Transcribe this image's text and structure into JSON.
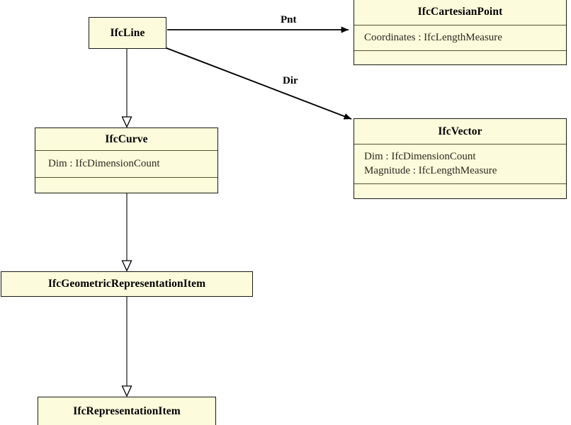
{
  "diagram": {
    "title": "IfcLine EXPRESS-G / UML class diagram",
    "notation": "uml-class-diagram",
    "fill_color": "#fcfbdc",
    "border_color": "#1a1a14",
    "separator_color": "#54522c",
    "edge_color": "#000000",
    "background_color": "#ffffff"
  },
  "classes": [
    {
      "id": "ifcline",
      "name": "IfcLine",
      "attributes": [],
      "has_empty_compartment": false
    },
    {
      "id": "ifccartesianpoint",
      "name": "IfcCartesianPoint",
      "attributes": [
        "Coordinates : IfcLengthMeasure"
      ],
      "has_empty_compartment": true
    },
    {
      "id": "ifcvector",
      "name": "IfcVector",
      "attributes": [
        "Dim : IfcDimensionCount",
        "Magnitude : IfcLengthMeasure"
      ],
      "has_empty_compartment": true
    },
    {
      "id": "ifccurve",
      "name": "IfcCurve",
      "attributes": [
        "Dim : IfcDimensionCount"
      ],
      "has_empty_compartment": true
    },
    {
      "id": "ifcgeometricrepresentationitem",
      "name": "IfcGeometricRepresentationItem",
      "attributes": [],
      "has_empty_compartment": false
    },
    {
      "id": "ifcrepresentationitem",
      "name": "IfcRepresentationItem",
      "attributes": [],
      "has_empty_compartment": false
    }
  ],
  "associations": [
    {
      "id": "pnt",
      "label": "Pnt",
      "from": "IfcLine",
      "to": "IfcCartesianPoint"
    },
    {
      "id": "dir",
      "label": "Dir",
      "from": "IfcLine",
      "to": "IfcVector"
    }
  ],
  "generalizations": [
    {
      "id": "line-curve",
      "from": "IfcLine",
      "to": "IfcCurve"
    },
    {
      "id": "curve-geomitem",
      "from": "IfcCurve",
      "to": "IfcGeometricRepresentationItem"
    },
    {
      "id": "geomitem-repitem",
      "from": "IfcGeometricRepresentationItem",
      "to": "IfcRepresentationItem"
    }
  ]
}
